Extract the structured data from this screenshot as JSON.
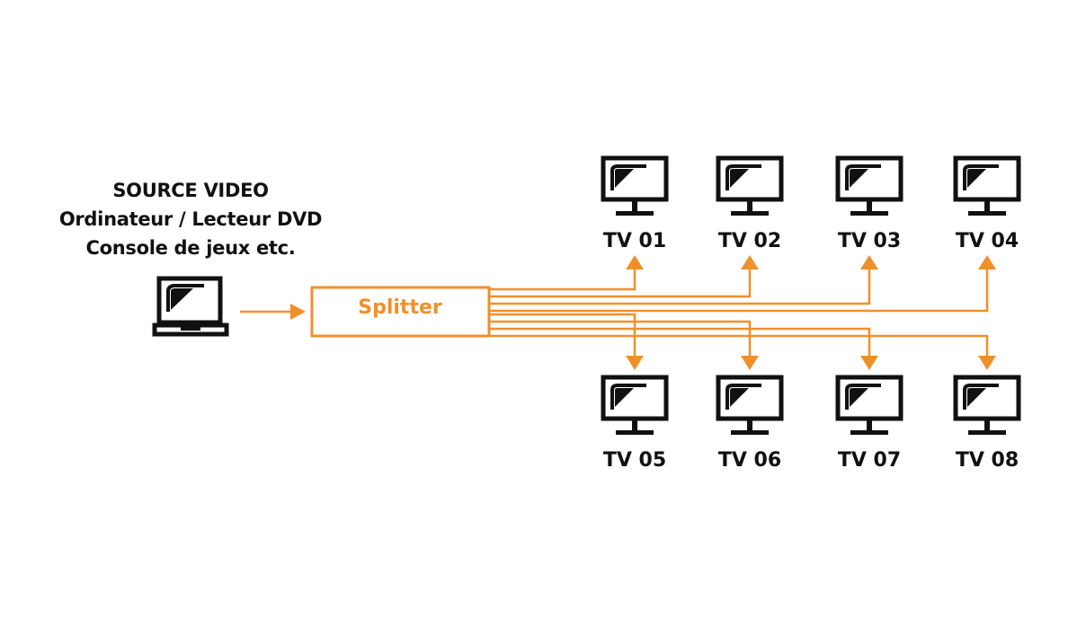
{
  "source": {
    "lines": [
      "SOURCE VIDEO",
      "Ordinateur / Lecteur DVD",
      "Console de jeux etc."
    ],
    "icon": "laptop-icon"
  },
  "splitter": {
    "label": "Splitter"
  },
  "tvs": [
    {
      "label": "TV 01",
      "row": "top"
    },
    {
      "label": "TV 02",
      "row": "top"
    },
    {
      "label": "TV 03",
      "row": "top"
    },
    {
      "label": "TV 04",
      "row": "top"
    },
    {
      "label": "TV 05",
      "row": "bottom"
    },
    {
      "label": "TV 06",
      "row": "bottom"
    },
    {
      "label": "TV 07",
      "row": "bottom"
    },
    {
      "label": "TV 08",
      "row": "bottom"
    }
  ],
  "colors": {
    "accent": "#f0902a",
    "stroke": "#111111"
  }
}
